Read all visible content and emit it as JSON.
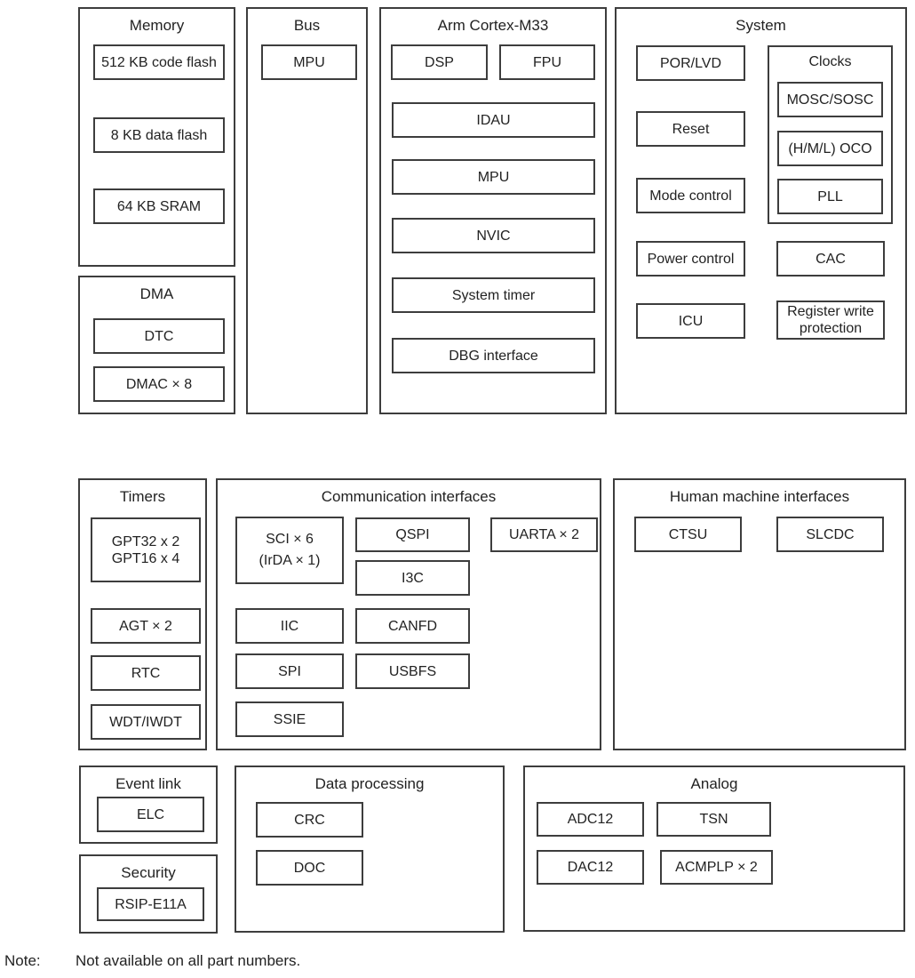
{
  "diagram": {
    "groups": {
      "memory": {
        "title": "Memory",
        "code_flash": "512 KB code flash",
        "data_flash": "8 KB data flash",
        "sram": "64 KB SRAM"
      },
      "dma": {
        "title": "DMA",
        "dtc": "DTC",
        "dmac": "DMAC × 8"
      },
      "bus": {
        "title": "Bus",
        "mpu": "MPU"
      },
      "cortex": {
        "title": "Arm Cortex-M33",
        "dsp": "DSP",
        "fpu": "FPU",
        "idau": "IDAU",
        "mpu": "MPU",
        "nvic": "NVIC",
        "system_timer": "System timer",
        "dbg_interface": "DBG interface"
      },
      "system": {
        "title": "System",
        "por_lvd": "POR/LVD",
        "reset": "Reset",
        "mode_control": "Mode control",
        "power_control": "Power control",
        "icu": "ICU",
        "clocks": {
          "title": "Clocks",
          "mosc_sosc": "MOSC/SOSC",
          "oco": "(H/M/L) OCO",
          "pll": "PLL"
        },
        "cac": "CAC",
        "reg_write_protection": "Register write protection"
      },
      "timers": {
        "title": "Timers",
        "gpt": "GPT32 x 2\nGPT16 x 4",
        "agt": "AGT × 2",
        "rtc": "RTC",
        "wdt": "WDT/IWDT"
      },
      "comm": {
        "title": "Communication interfaces",
        "sci": "SCI × 6\n(IrDA × 1)",
        "qspi": "QSPI",
        "uarta": "UARTA × 2",
        "i3c": "I3C",
        "iic": "IIC",
        "canfd": "CANFD",
        "spi": "SPI",
        "usbfs": "USBFS",
        "ssie": "SSIE"
      },
      "hmi": {
        "title": "Human machine interfaces",
        "ctsu": "CTSU",
        "slcdc": "SLCDC"
      },
      "event_link": {
        "title": "Event link",
        "elc": "ELC"
      },
      "security": {
        "title": "Security",
        "rsip": "RSIP-E11A"
      },
      "data_processing": {
        "title": "Data processing",
        "crc": "CRC",
        "doc": "DOC"
      },
      "analog": {
        "title": "Analog",
        "adc": "ADC12",
        "tsn": "TSN",
        "dac": "DAC12",
        "acmplp": "ACMPLP × 2"
      }
    },
    "note": {
      "label": "Note:",
      "text": "Not available on all part numbers."
    }
  }
}
